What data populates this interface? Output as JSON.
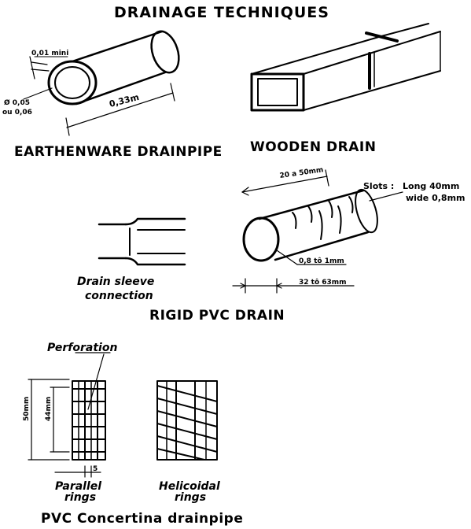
{
  "title": "DRAINAGE TECHNIQUES",
  "earthenware": {
    "caption": "EARTHENWARE DRAINPIPE",
    "wall_label": "0,01 mini",
    "diameter_label_1": "Ø 0,05",
    "diameter_label_2": "ou 0,06",
    "length_label": "0,33m"
  },
  "wooden": {
    "caption": "WOODEN DRAIN"
  },
  "rigid_pvc": {
    "caption": "RIGID PVC DRAIN",
    "sleeve_label_1": "Drain sleeve",
    "sleeve_label_2": "connection",
    "slot_spacing": "20 a 50mm",
    "slots_title": "Slots :",
    "slots_long": "Long 40mm",
    "slots_wide": "wide 0,8mm",
    "wall_thickness": "0,8 tô 1mm",
    "diameter": "32 tô 63mm"
  },
  "concertina": {
    "caption": "PVC Concertina drainpipe",
    "perforation_label": "Perforation",
    "outer_dim": "50mm",
    "inner_dim": "44mm",
    "pitch_dim": "5",
    "parallel_label_1": "Parallel",
    "parallel_label_2": "rings",
    "helicoidal_label_1": "Helicoidal",
    "helicoidal_label_2": "rings"
  }
}
